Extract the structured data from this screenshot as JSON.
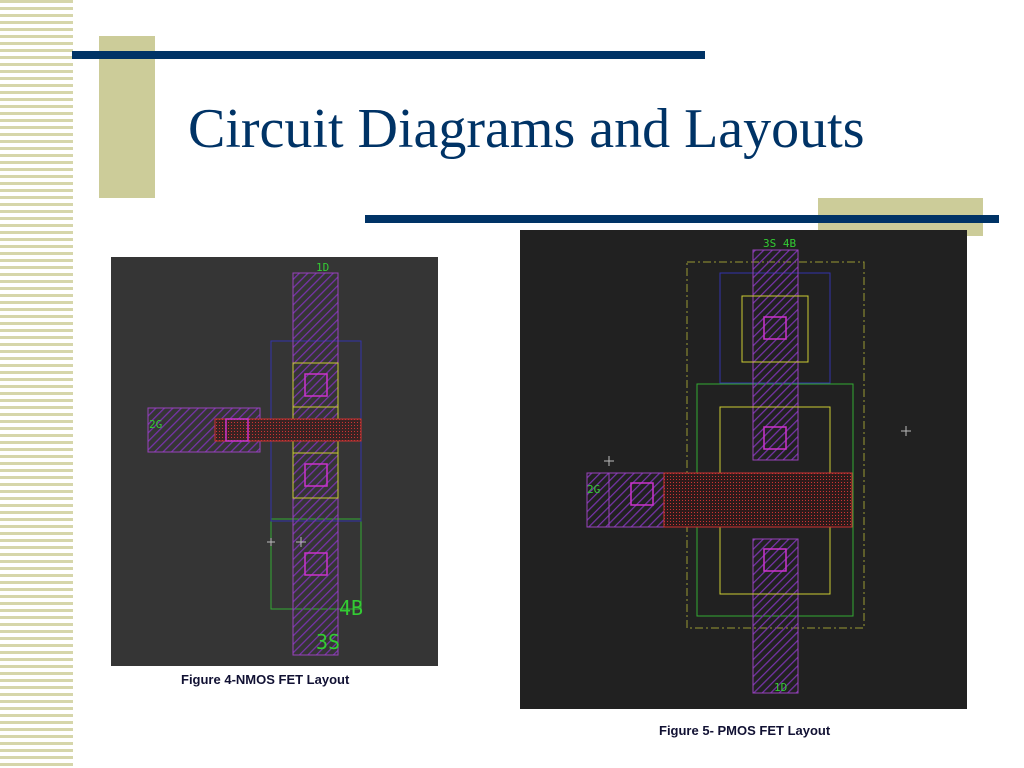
{
  "slide": {
    "title": "Circuit Diagrams and Layouts",
    "colors": {
      "title": "#003366",
      "rule": "#003366",
      "accent_block": "#cccc99",
      "stripe": "#d6d6aa"
    }
  },
  "figures": [
    {
      "id": "nmos",
      "caption": "Figure 4-NMOS FET Layout",
      "labels": {
        "drain": "1D",
        "gate": "2G",
        "body": "4B",
        "source": "3S"
      },
      "background": "#353535"
    },
    {
      "id": "pmos",
      "caption": "Figure 5- PMOS FET Layout",
      "labels": {
        "source_body": "3S 4B",
        "gate": "2G",
        "drain": "1D"
      },
      "background": "#212121"
    }
  ],
  "layer_colors": {
    "metal": "#8833aa",
    "contact": "#cc33cc",
    "poly": "#cc3333",
    "active": "#cccc33",
    "n_well": "#3333aa",
    "p_select": "#33aa33",
    "well_outline": "#999933",
    "label": "#33cc33"
  }
}
